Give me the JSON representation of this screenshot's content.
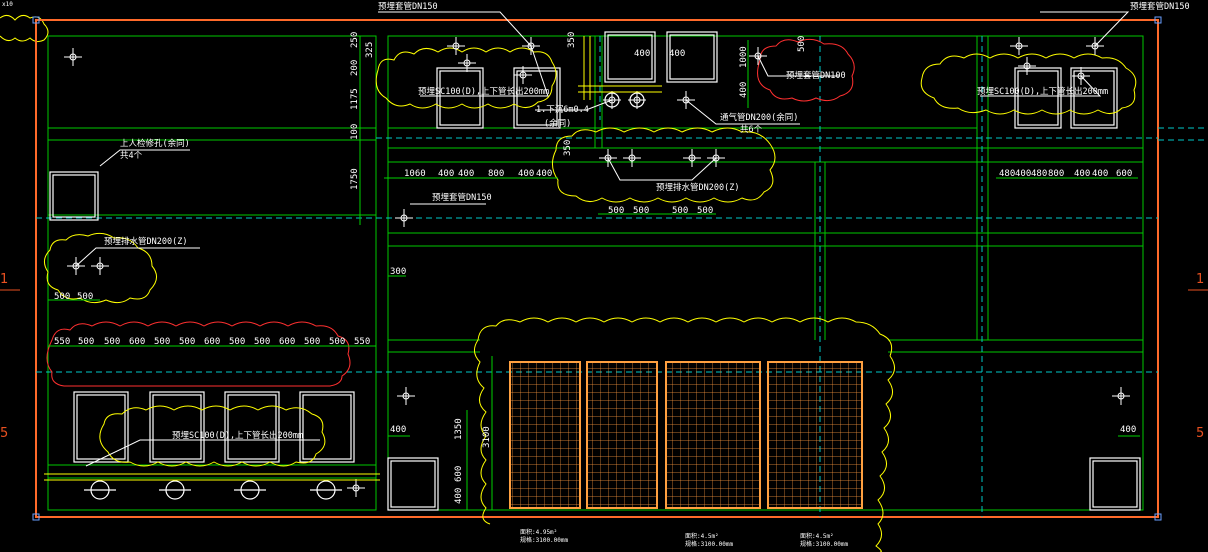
{
  "drawing": {
    "colors": {
      "background": "#000000",
      "border": "#ff6a2a",
      "grid": "#00c800",
      "dashed": "#00c8c8",
      "dimension": "#00d000",
      "text": "#ffffff",
      "cloud_yellow": "#ffff00",
      "cloud_red": "#ff3030",
      "grate": "#ffa040",
      "axis_label": "#e85020"
    },
    "corner_note": "x10",
    "axis_labels": {
      "left_1": "1",
      "left_5": "5",
      "right_1": "1",
      "right_5": "5"
    },
    "annotations": {
      "top_left_label": "预埋套管DN150",
      "top_right_label": "预埋套管DN150",
      "right_pipe_label": "预埋套管DN100",
      "sleeve_left": "预埋SC100(D),上下管长出200mm",
      "sleeve_right": "预埋SC100(D),上下管长出200mm",
      "sleeve_bottom": "预埋SC100(D),上下管长出200mm",
      "down_pipe": "1.下沉6m0.4",
      "down_pipe_sub": "(余同)",
      "vent_pipe": "通气管DN200(余同)",
      "vent_pipe_sub": "共6个",
      "mid_pipe_label": "预埋套管DN150",
      "drain_center": "预埋排水管DN200(Z)",
      "drain_left": "预埋排水管DN200(Z)",
      "access_label": "上人检修孔(余同)",
      "access_sub": "共4个"
    },
    "dimensions": {
      "top_left_vertical": [
        "250",
        "325",
        "200",
        "1175",
        "100",
        "1750"
      ],
      "top_mid": [
        "350",
        "400",
        "400"
      ],
      "right_top_vertical": [
        "500",
        "1000",
        "400"
      ],
      "mid_row": [
        "1060",
        "400",
        "400",
        "800",
        "400",
        "400"
      ],
      "right_row": [
        "480",
        "400",
        "480",
        "800",
        "400",
        "400",
        "600"
      ],
      "mid_small": [
        "500",
        "500",
        "500",
        "500"
      ],
      "left_small": [
        "500",
        "500"
      ],
      "left_row": [
        "550",
        "500",
        "500",
        "600",
        "500",
        "500",
        "600",
        "500",
        "500",
        "600",
        "500",
        "500",
        "550"
      ],
      "mid_small_left": "350",
      "right_side_dim": "300",
      "bottom_left": [
        "400",
        "1350",
        "600",
        "400"
      ],
      "grate_height": "3100",
      "bottom_right": "400"
    },
    "bottom_notes": [
      "面积:4.95m²",
      "面积:4.5m²",
      "面积:4.5m²"
    ],
    "bottom_subnotes": [
      "规格:3100.00mm",
      "规格:3100.00mm",
      "规格:3100.00mm"
    ]
  }
}
